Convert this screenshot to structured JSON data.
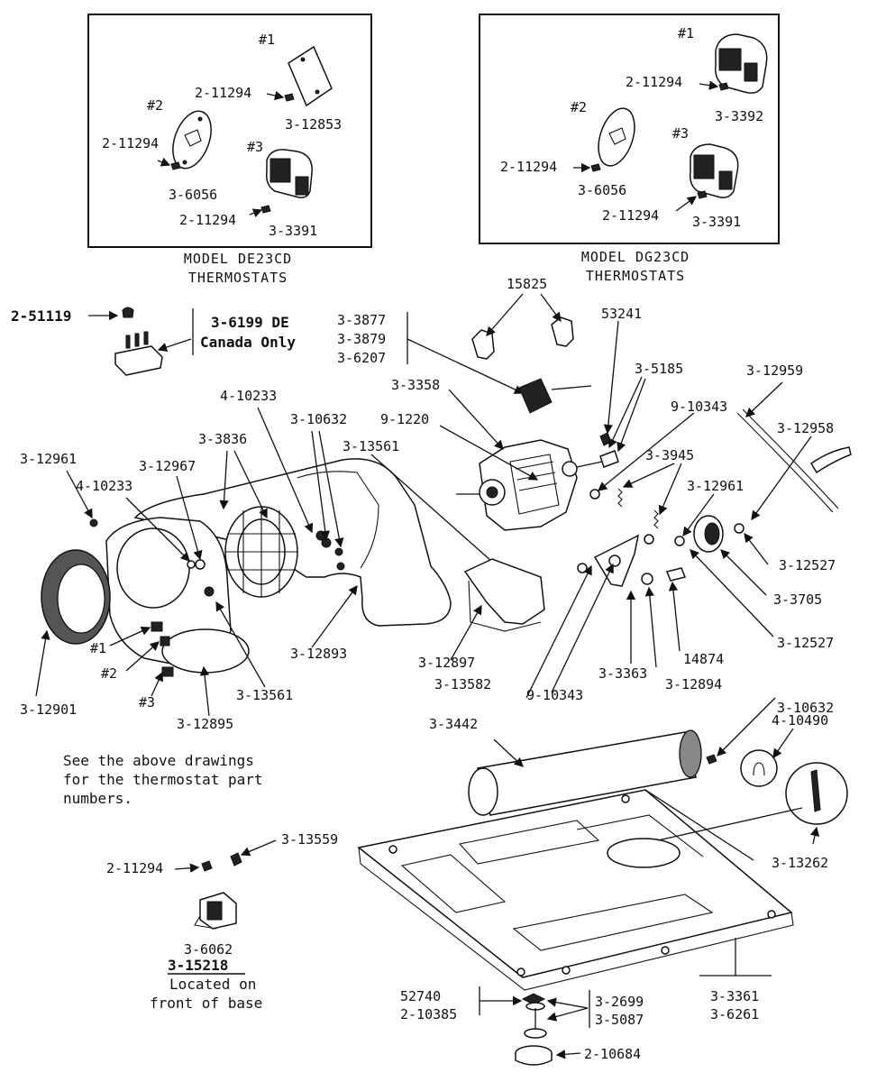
{
  "inset_de": {
    "num1": "#1",
    "num2": "#2",
    "num3": "#3",
    "lbl_screw1": "2-11294",
    "lbl_12853": "3-12853",
    "lbl_screw2": "2-11294",
    "lbl_6056": "3-6056",
    "lbl_screw3": "2-11294",
    "lbl_3391": "3-3391",
    "caption_model": "MODEL  DE23CD",
    "caption_thermo": "THERMOSTATS"
  },
  "inset_dg": {
    "num1": "#1",
    "num2": "#2",
    "num3": "#3",
    "lbl_screw1": "2-11294",
    "lbl_3392": "3-3392",
    "lbl_screw2": "2-11294",
    "lbl_6056": "3-6056",
    "lbl_screw3": "2-11294",
    "lbl_3391": "3-3391",
    "caption_model": "MODEL  DG23CD",
    "caption_thermo": "THERMOSTATS"
  },
  "labels": {
    "p2_51119": "2-51119",
    "p3_6199": "3-6199 DE",
    "canada": "Canada Only",
    "p3_3877": "3-3877",
    "p3_3879": "3-3879",
    "p3_6207": "3-6207",
    "p15825": "15825",
    "p53241": "53241",
    "p3_3358": "3-3358",
    "p3_5185": "3-5185",
    "p3_12959": "3-12959",
    "p4_10233a": "4-10233",
    "p3_10632a": "3-10632",
    "p9_1220": "9-1220",
    "p9_10343a": "9-10343",
    "p3_12958": "3-12958",
    "p3_3836": "3-3836",
    "p3_13561a": "3-13561",
    "p3_3945": "3-3945",
    "p3_12961a": "3-12961",
    "p3_12967": "3-12967",
    "p3_12961b": "3-12961",
    "p4_10233b": "4-10233",
    "p3_12527a": "3-12527",
    "p3_3705": "3-3705",
    "p3_12527b": "3-12527",
    "p3_12893": "3-12893",
    "p3_12897": "3-12897",
    "p3_13582": "3-13582",
    "p14874": "14874",
    "p3_3363": "3-3363",
    "p3_12894": "3-12894",
    "p9_10343b": "9-10343",
    "num1": "#1",
    "num2": "#2",
    "num3": "#3",
    "p3_12901": "3-12901",
    "p3_13561b": "3-13561",
    "p3_12895": "3-12895",
    "p3_3442": "3-3442",
    "p3_10632b": "3-10632",
    "p4_10490": "4-10490",
    "p3_13262": "3-13262",
    "p3_13559": "3-13559",
    "p2_11294": "2-11294",
    "p3_6062": "3-6062",
    "p3_15218": "3-15218",
    "p52740": "52740",
    "p2_10385": "2-10385",
    "p3_2699": "3-2699",
    "p3_5087": "3-5087",
    "p2_10684": "2-10684",
    "p3_3361": "3-3361",
    "p3_6261": "3-6261"
  },
  "notes": {
    "see_line1": "See the above drawings",
    "see_line2": "for the thermostat part",
    "see_line3": "numbers.",
    "located_line1": "Located on",
    "located_line2": "front of base"
  }
}
